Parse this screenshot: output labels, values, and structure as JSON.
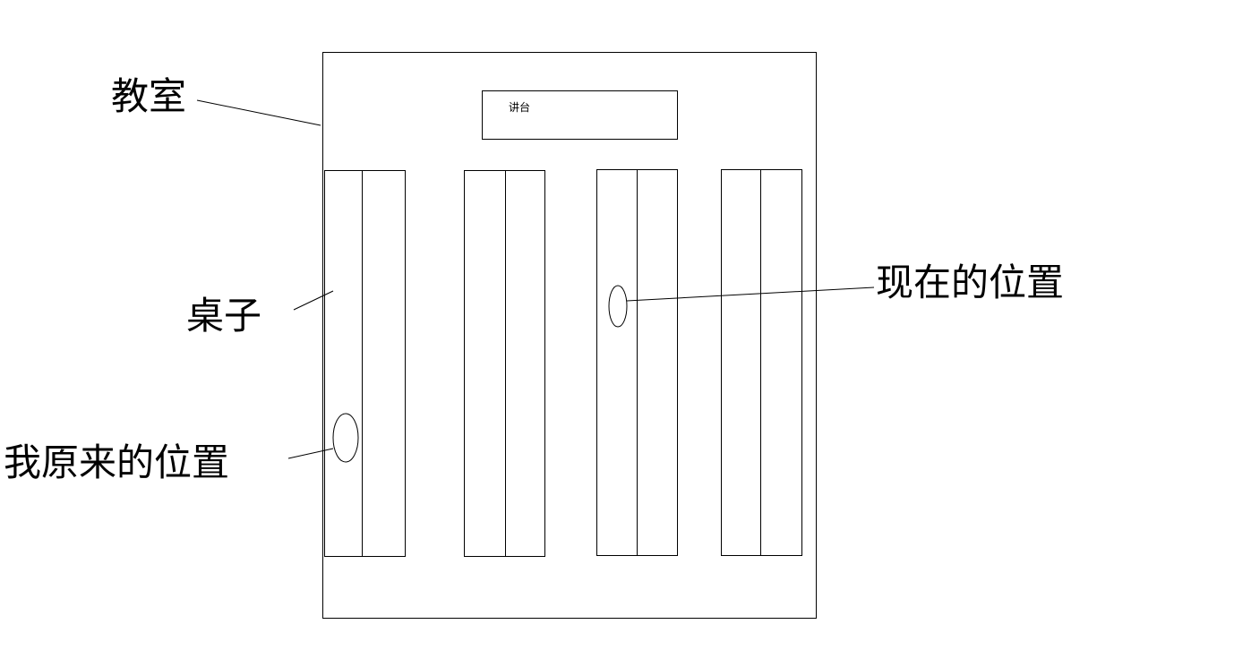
{
  "labels": {
    "classroom": "教室",
    "podium": "讲台",
    "desk": "桌子",
    "original_position": "我原来的位置",
    "current_position": "现在的位置"
  },
  "desk_count": 4,
  "colors": {
    "stroke": "#000000",
    "background": "#ffffff"
  }
}
